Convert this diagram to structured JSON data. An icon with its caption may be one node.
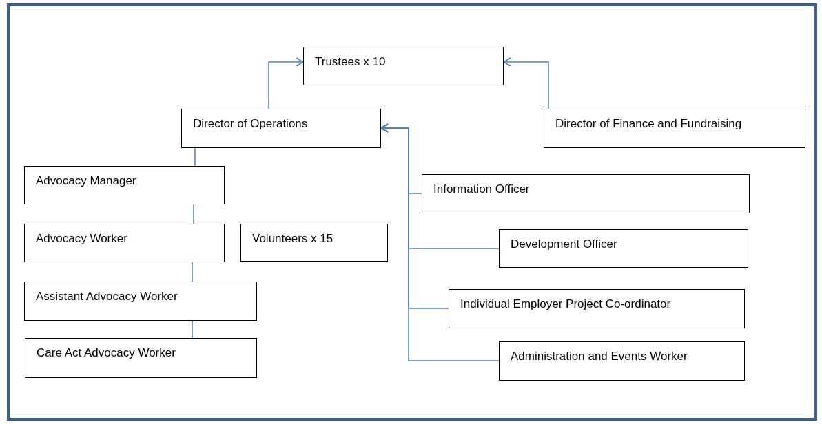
{
  "diagram": {
    "nodes": [
      {
        "text": [
          "Trustees x 10"
        ]
      },
      {
        "text": [
          "Director of Operations"
        ]
      },
      {
        "text": [
          "Director of Finance and Fundraising"
        ]
      },
      {
        "text": [
          "Advocacy Manager"
        ]
      },
      {
        "text": [
          "Advocacy Worker"
        ]
      },
      {
        "text": [
          "Volunteers x 15"
        ]
      },
      {
        "text": [
          "Assistant Advocacy Worker"
        ]
      },
      {
        "text": [
          "Care Act Advocacy Worker"
        ]
      },
      {
        "text": [
          "Information Officer"
        ]
      },
      {
        "text": [
          "Development Officer"
        ]
      },
      {
        "text": [
          "Individual Employer Project Co-ordinator"
        ]
      },
      {
        "text": [
          "Administration and Events Worker"
        ]
      }
    ],
    "edges": [
      {
        "from": 1,
        "to": 0,
        "arrow": "to"
      },
      {
        "from": 2,
        "to": 0,
        "arrow": "to"
      },
      {
        "from": 1,
        "to": 3,
        "arrow": "none"
      },
      {
        "from": 3,
        "to": 4,
        "arrow": "none"
      },
      {
        "from": 4,
        "to": 6,
        "arrow": "none"
      },
      {
        "from": 6,
        "to": 7,
        "arrow": "none"
      },
      {
        "from": 8,
        "to": 1,
        "arrow": "to"
      },
      {
        "from": 9,
        "to": 1,
        "arrow": "to"
      },
      {
        "from": 10,
        "to": 1,
        "arrow": "to"
      },
      {
        "from": 11,
        "to": 1,
        "arrow": "to"
      }
    ]
  }
}
